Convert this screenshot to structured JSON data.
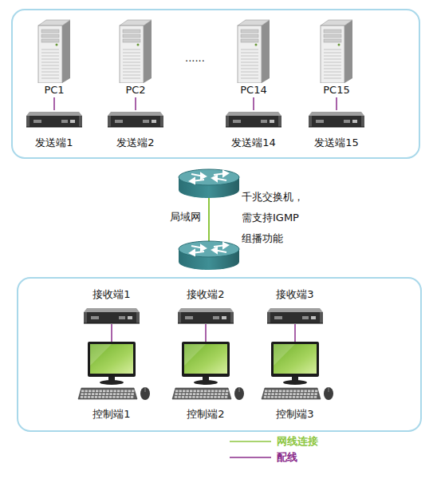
{
  "diagram": {
    "nodes": [
      {
        "text": [
          "PC1"
        ]
      },
      {
        "text": [
          "PC2"
        ]
      },
      {
        "text": [
          "PC14"
        ]
      },
      {
        "text": [
          "PC15"
        ]
      },
      {
        "text": [
          "发送端1"
        ]
      },
      {
        "text": [
          "发送端2"
        ]
      },
      {
        "text": [
          "发送端14"
        ]
      },
      {
        "text": [
          "发送端15"
        ]
      },
      {
        "text": [
          "接收端1"
        ]
      },
      {
        "text": [
          "接收端2"
        ]
      },
      {
        "text": [
          "接收端3"
        ]
      },
      {
        "text": [
          "控制端1"
        ]
      },
      {
        "text": [
          "控制端2"
        ]
      },
      {
        "text": [
          "控制端3"
        ]
      }
    ],
    "edges": [
      {
        "from": 0,
        "to": 4,
        "arrow": "none"
      },
      {
        "from": 1,
        "to": 5,
        "arrow": "none"
      },
      {
        "from": 2,
        "to": 6,
        "arrow": "none"
      },
      {
        "from": 3,
        "to": 7,
        "arrow": "none"
      },
      {
        "from": 8,
        "to": 11,
        "arrow": "none"
      },
      {
        "from": 9,
        "to": 12,
        "arrow": "none"
      },
      {
        "from": 10,
        "to": 13,
        "arrow": "none"
      }
    ],
    "labels": [
      "......",
      "千兆交换机，需支持IGMP组播功能",
      "局域网"
    ],
    "legend": [
      {
        "text": "网线连接"
      },
      {
        "text": "配线"
      }
    ]
  }
}
